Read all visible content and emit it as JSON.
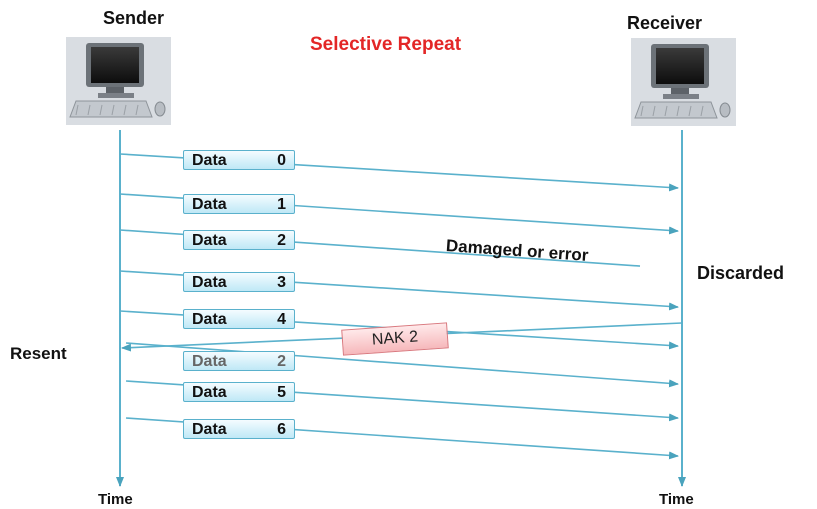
{
  "title": "Selective Repeat",
  "sender": {
    "label": "Sender",
    "time_label": "Time"
  },
  "receiver": {
    "label": "Receiver",
    "time_label": "Time"
  },
  "frames": [
    {
      "word": "Data",
      "num": "0",
      "status": "delivered"
    },
    {
      "word": "Data",
      "num": "1",
      "status": "delivered"
    },
    {
      "word": "Data",
      "num": "2",
      "status": "damaged"
    },
    {
      "word": "Data",
      "num": "3",
      "status": "delivered"
    },
    {
      "word": "Data",
      "num": "4",
      "status": "delivered"
    },
    {
      "word": "Data",
      "num": "2",
      "status": "resent"
    },
    {
      "word": "Data",
      "num": "5",
      "status": "delivered"
    },
    {
      "word": "Data",
      "num": "6",
      "status": "delivered"
    }
  ],
  "nak_label": "NAK 2",
  "damaged_label": "Damaged or error",
  "discarded_label": "Discarded",
  "resent_label": "Resent",
  "colors": {
    "title": "#e32626",
    "arrow": "#5ab1cc",
    "frame_fill": "#d6f1fa",
    "nak_fill": "#f8c9cb"
  }
}
